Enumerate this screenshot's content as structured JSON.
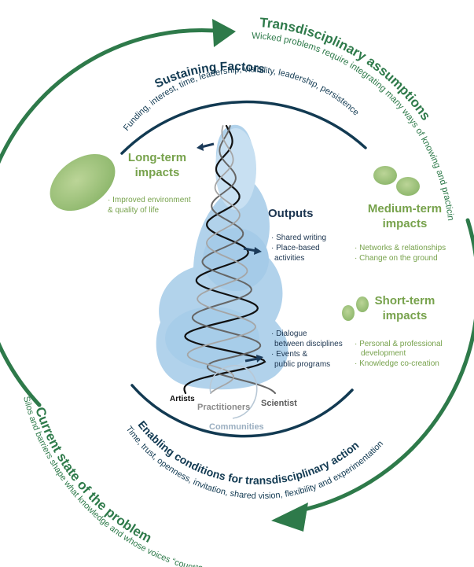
{
  "outer_arcs": {
    "transdisciplinary_title": "Transdisciplinary assumptions",
    "transdisciplinary_text": "Wicked problems require integrating many ways of knowing and practicing?",
    "current_state_title": "Current state of the problem",
    "current_state_text": "Silos and barriers shape what knowledge and whose voices “count”?"
  },
  "inner_arcs": {
    "sustaining_title": "Sustaining Factors",
    "sustaining_text": "Funding, interest, time, leadership, visibility, leadership, persistence",
    "enabling_title": "Enabling conditions for transdisciplinary action",
    "enabling_text": "Time, trust, openness, invitation, shared vision, flexibility and experimentation"
  },
  "long_term": {
    "title_line1": "Long-term",
    "title_line2": "impacts",
    "item_line1": "· Improved environment",
    "item_line2": "& quality of life"
  },
  "medium_term": {
    "title_line1": "Medium-term",
    "title_line2": "impacts",
    "item1": "· Networks & relationships",
    "item2": "· Change on the ground"
  },
  "short_term": {
    "title_line1": "Short-term",
    "title_line2": "impacts",
    "item1_line1": "· Personal & professional",
    "item1_line2": "development",
    "item2": "· Knowledge co-creation"
  },
  "outputs": {
    "title": "Outputs",
    "group1_line1": "· Shared writing",
    "group1_line2": "· Place-based",
    "group1_line3": "activities",
    "group2_line1": "· Dialogue",
    "group2_line2": "between disciplines",
    "group2_line3": "· Events &",
    "group2_line4": "public programs"
  },
  "strands": {
    "artists": "Artists",
    "practitioners": "Practitioners",
    "scientist": "Scientist",
    "communities": "Communities"
  },
  "colors": {
    "dark_green": "#2e7a4a",
    "navy": "#123a52",
    "light_green": "#77a24c",
    "blue_wash": "#9cc6e6"
  }
}
